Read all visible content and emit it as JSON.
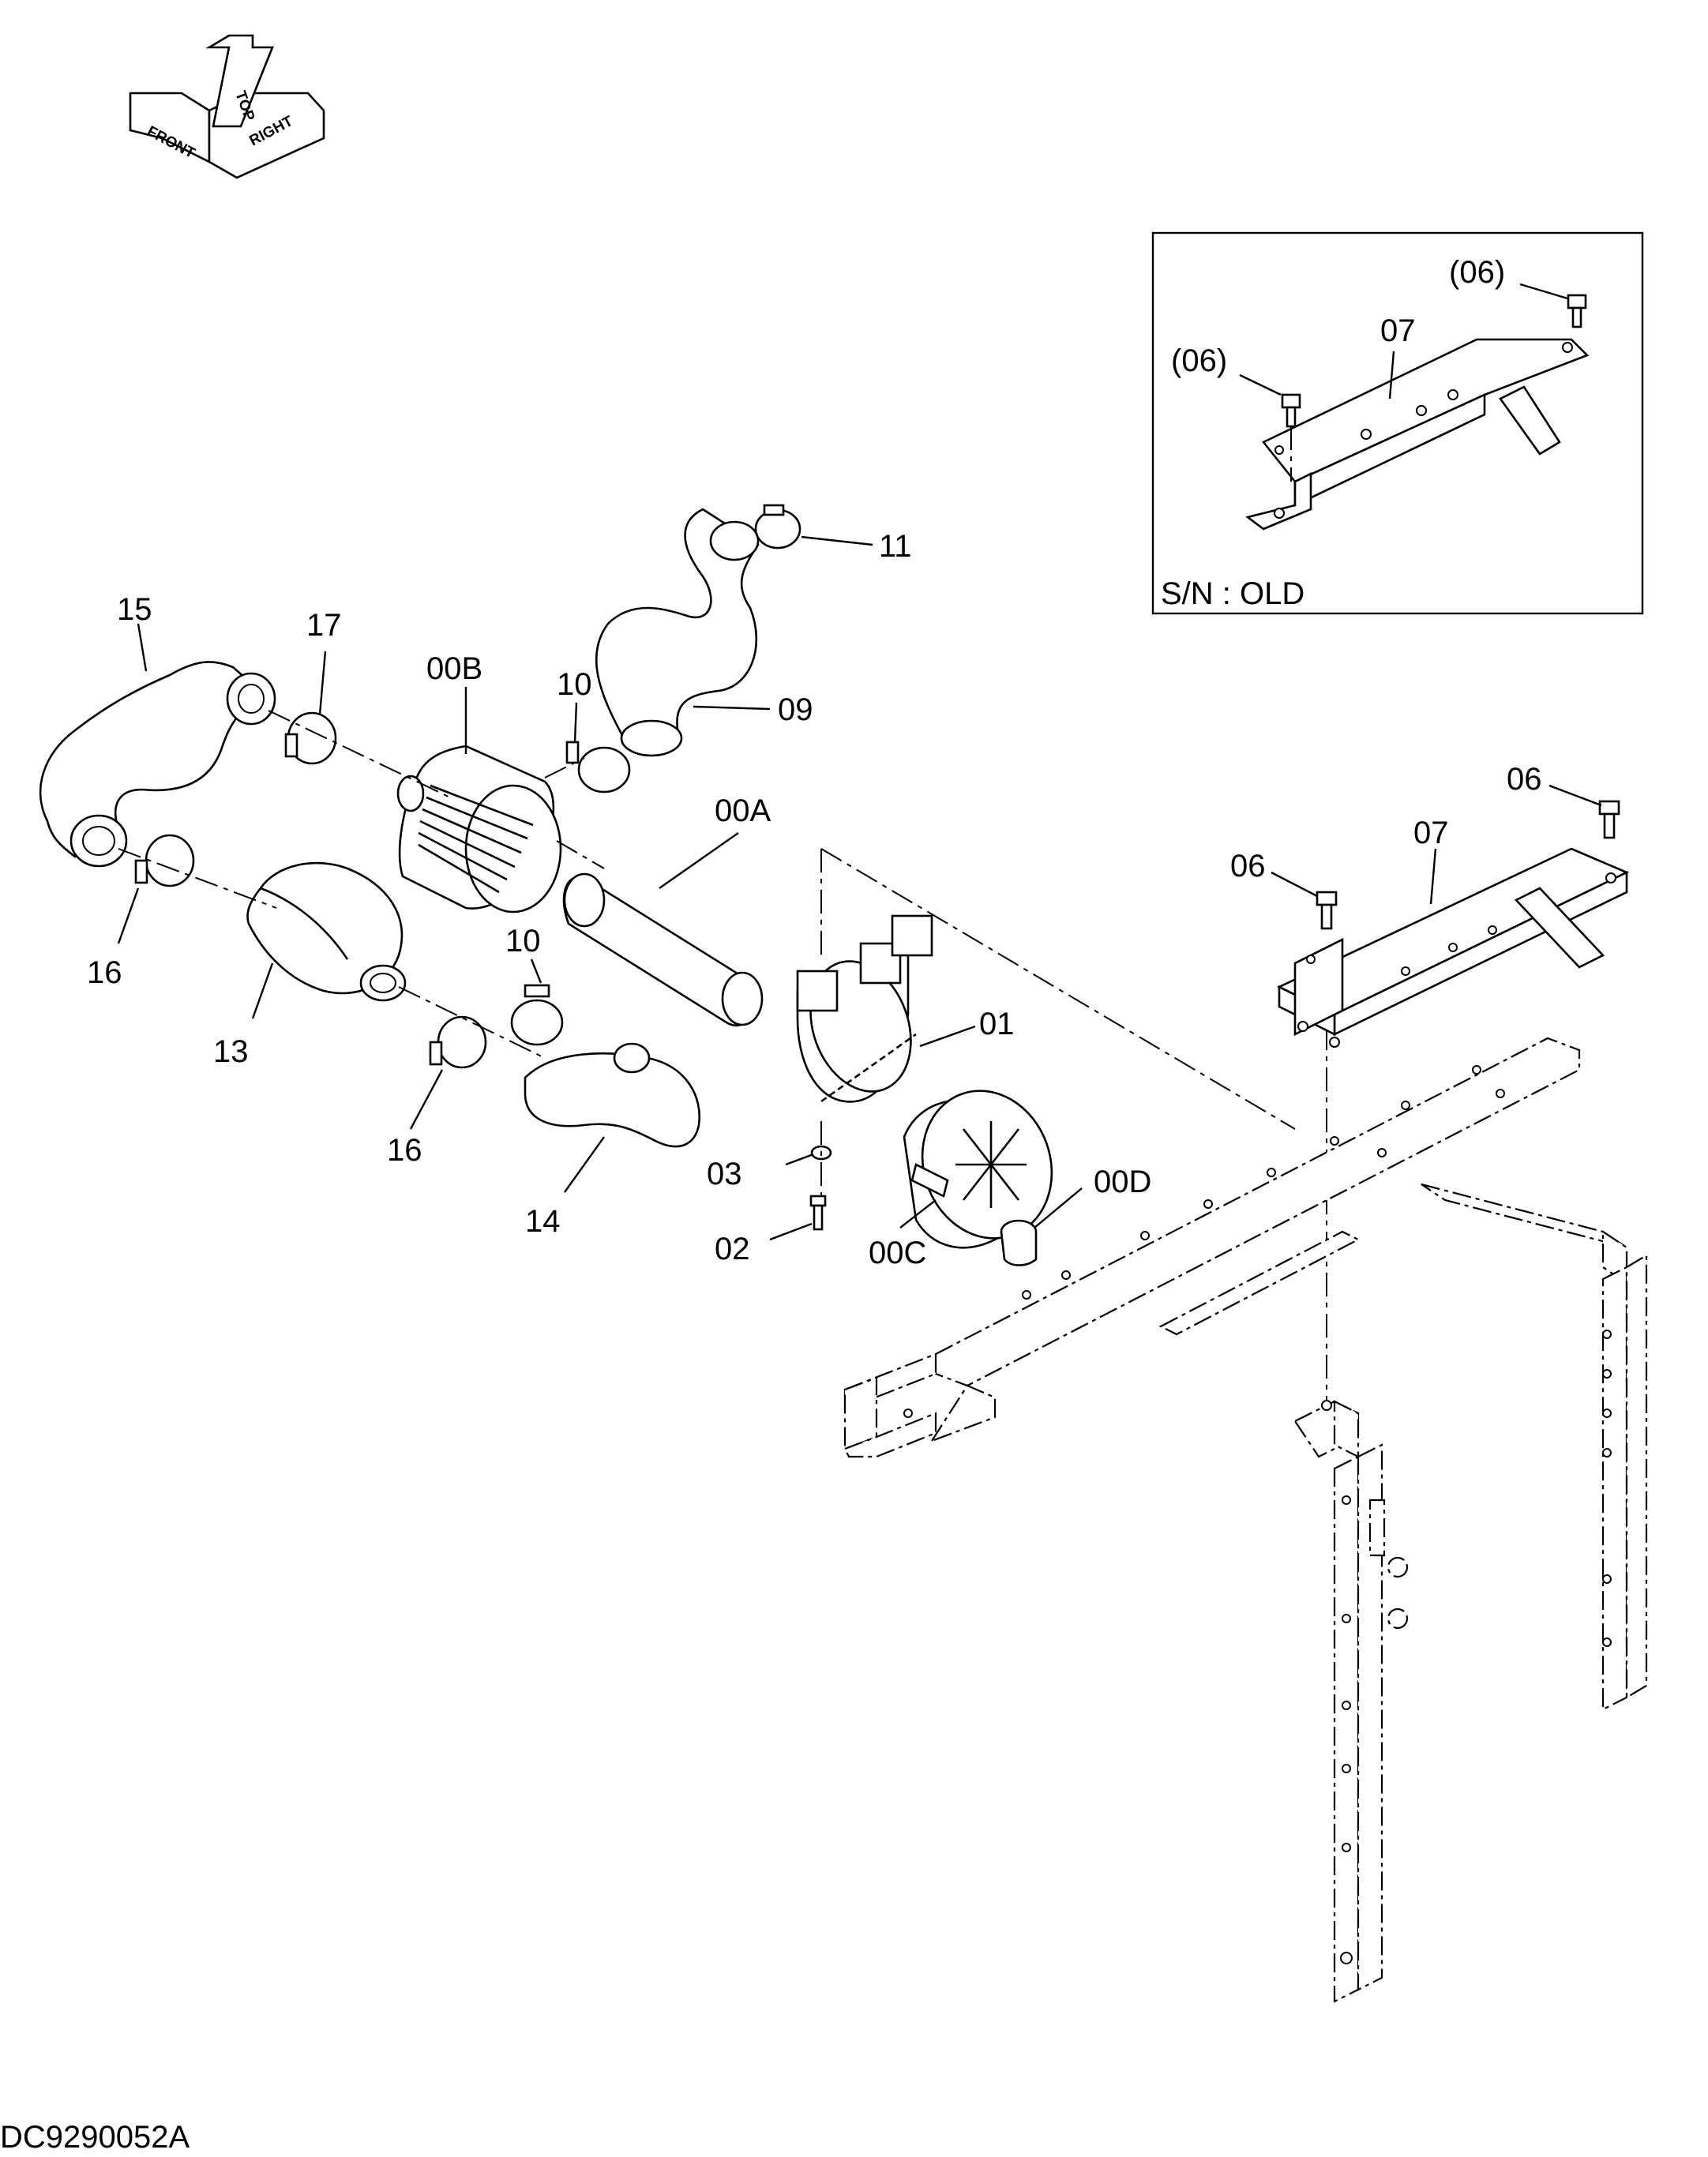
{
  "orientation": {
    "top": "TOP",
    "front": "FRONT",
    "right": "RIGHT"
  },
  "inset": {
    "caption": "S/N : OLD"
  },
  "callouts": [
    {
      "id": "11",
      "text": "11"
    },
    {
      "id": "15",
      "text": "15"
    },
    {
      "id": "17",
      "text": "17"
    },
    {
      "id": "00B",
      "text": "00B"
    },
    {
      "id": "10a",
      "text": "10"
    },
    {
      "id": "09",
      "text": "09"
    },
    {
      "id": "00A",
      "text": "00A"
    },
    {
      "id": "16a",
      "text": "16"
    },
    {
      "id": "13",
      "text": "13"
    },
    {
      "id": "10b",
      "text": "10"
    },
    {
      "id": "01",
      "text": "01"
    },
    {
      "id": "16b",
      "text": "16"
    },
    {
      "id": "14",
      "text": "14"
    },
    {
      "id": "03",
      "text": "03"
    },
    {
      "id": "02",
      "text": "02"
    },
    {
      "id": "00C",
      "text": "00C"
    },
    {
      "id": "00D",
      "text": "00D"
    },
    {
      "id": "06a",
      "text": "06"
    },
    {
      "id": "07a",
      "text": "07"
    },
    {
      "id": "06b",
      "text": "06"
    },
    {
      "id": "06c",
      "text": "(06)"
    },
    {
      "id": "07b",
      "text": "07"
    },
    {
      "id": "06d",
      "text": "(06)"
    }
  ],
  "drawing_code": "DC9290052A"
}
